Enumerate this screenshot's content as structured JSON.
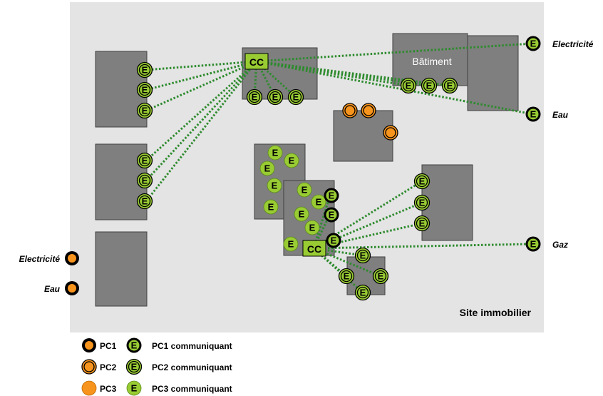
{
  "site": {
    "label": "Site immobilier"
  },
  "building": {
    "label": "Bâtiment"
  },
  "concentrator": {
    "label": "CC"
  },
  "meter_letter": "E",
  "left_supplies": [
    {
      "label": "Electricité",
      "meter": "PC1"
    },
    {
      "label": "Eau",
      "meter": "PC1"
    }
  ],
  "right_supplies": [
    {
      "label": "Electricité",
      "meter": "PC1 communiquant"
    },
    {
      "label": "Eau",
      "meter": "PC1 communiquant"
    },
    {
      "label": "Gaz",
      "meter": "PC1 communiquant"
    }
  ],
  "legend": [
    {
      "plain": "PC1",
      "communicating": "PC1 communiquant"
    },
    {
      "plain": "PC2",
      "communicating": "PC2 communiquant"
    },
    {
      "plain": "PC3",
      "communicating": "PC3 communiquant"
    }
  ],
  "colors": {
    "site_bg": "#e4e4e4",
    "box": "#7f7f7f",
    "meter_orange": "#f7941d",
    "meter_green": "#99cc33",
    "link": "#2e8b2e",
    "concentrator": "#99cc33"
  }
}
